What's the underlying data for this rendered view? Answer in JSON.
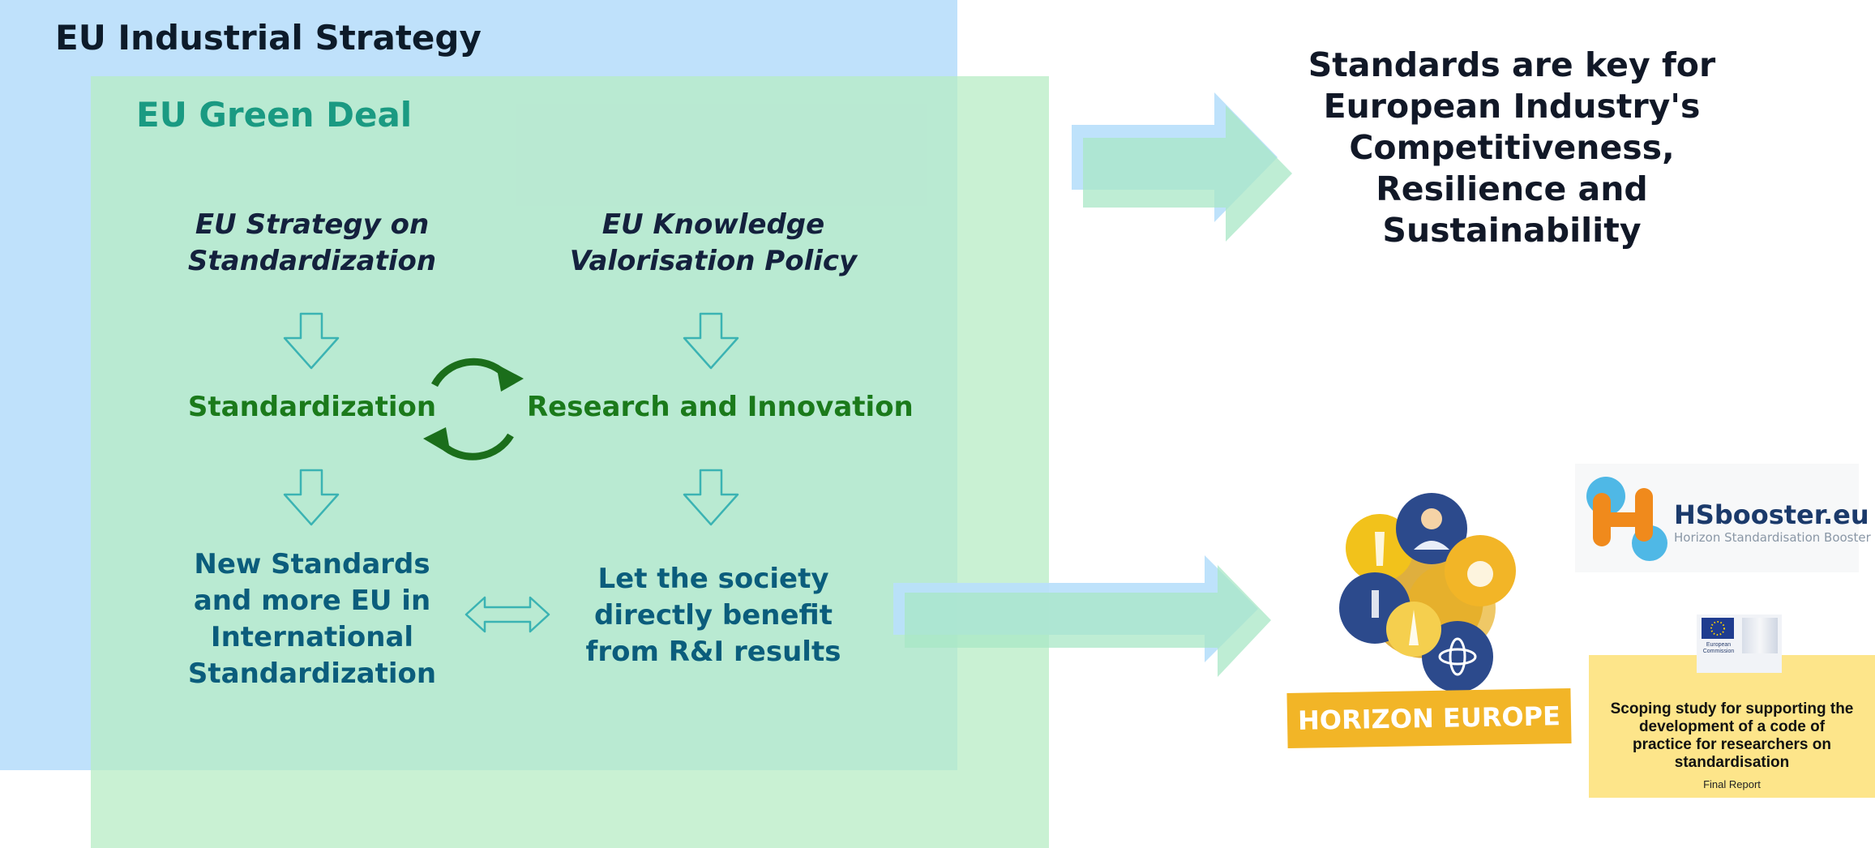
{
  "outer_frame": {
    "title": "EU Industrial Strategy",
    "color": "#bfe1fb"
  },
  "inner_frame": {
    "title": "EU Green Deal",
    "color": "#b7ecc4"
  },
  "left_column": {
    "heading": [
      "EU Strategy on",
      "Standardization"
    ],
    "middle": "Standardization",
    "bottom": [
      "New Standards",
      "and more EU in",
      "International",
      "Standardization"
    ]
  },
  "right_column": {
    "heading": [
      "EU Knowledge",
      "Valorisation Policy"
    ],
    "middle": "Research and Innovation",
    "bottom": [
      "Let the society",
      "directly benefit",
      "from R&I results"
    ]
  },
  "key_message": [
    "Standards are key for",
    "European Industry's",
    "Competitiveness,",
    "Resilience and",
    "Sustainability"
  ],
  "horizon_europe": {
    "banner": "HORIZON EUROPE",
    "accent": "#f2b527",
    "circle_color": "#2c4a8c"
  },
  "hsbooster": {
    "name": "HSbooster.eu",
    "tagline": "Horizon Standardisation Booster",
    "orange": "#f08a1c",
    "blue": "#4fb8e6"
  },
  "report": {
    "org": [
      "European",
      "Commission"
    ],
    "title": [
      "Scoping study for supporting the",
      "development of a code of",
      "practice for researchers on",
      "standardisation"
    ],
    "subtitle": "Final Report",
    "background": "#fde58a"
  },
  "icons": [
    "down-arrow-icon",
    "cycle-arrows-icon",
    "double-arrow-icon",
    "big-right-arrow-icon"
  ]
}
